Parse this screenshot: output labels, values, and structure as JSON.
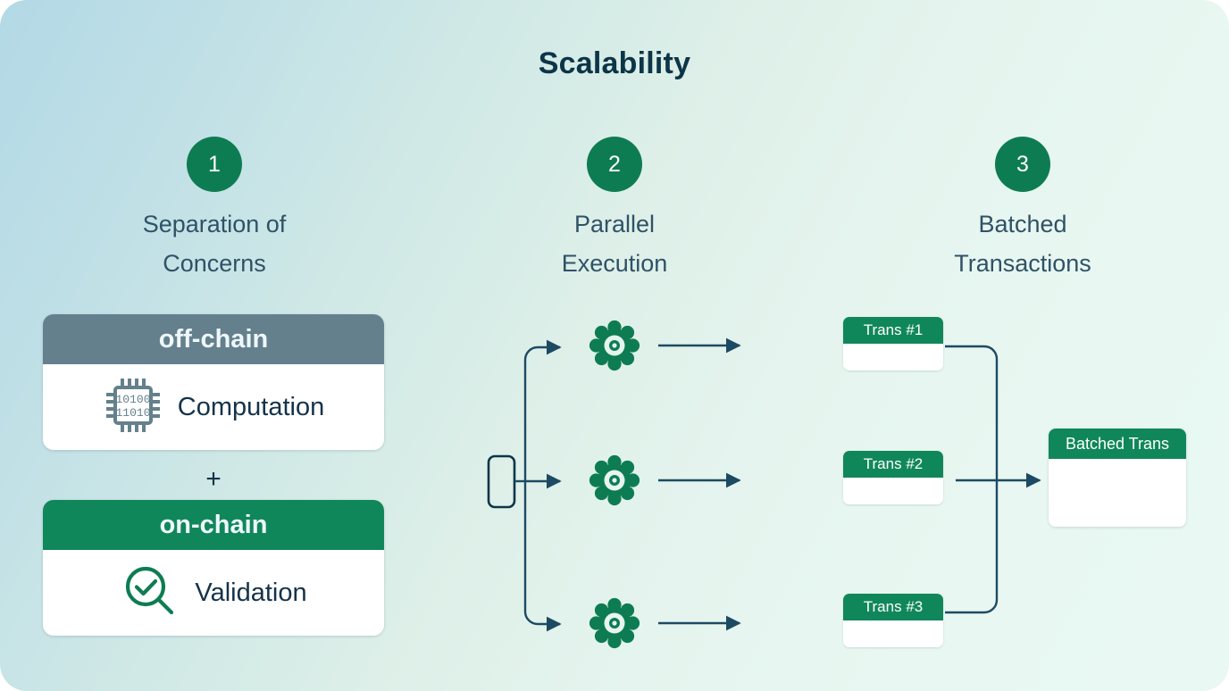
{
  "title": "Scalability",
  "theme": {
    "bg_start": "#b3d9e6",
    "bg_end": "#e8f7f1",
    "green": "#0e7c52",
    "green_header": "#10875a",
    "slate_header": "#65808d",
    "navy_text": "#0d3548",
    "label_text": "#2f5266",
    "line": "#1d4a63"
  },
  "steps": [
    {
      "number": "1",
      "label": "Separation of\nConcerns"
    },
    {
      "number": "2",
      "label": "Parallel\nExecution"
    },
    {
      "number": "3",
      "label": "Batched\nTransactions"
    }
  ],
  "separation": {
    "off_chain": {
      "header": "off-chain",
      "item_label": "Computation",
      "icon": "cpu-chip-icon",
      "chip_bits_top": "10100",
      "chip_bits_bottom": "11010"
    },
    "plus": "+",
    "on_chain": {
      "header": "on-chain",
      "item_label": "Validation",
      "icon": "magnifier-check-icon"
    }
  },
  "parallel": {
    "source_node": "source-node",
    "gears": [
      "gear-icon-1",
      "gear-icon-2",
      "gear-icon-3"
    ],
    "branch_count": 3
  },
  "batched": {
    "transactions": [
      {
        "header": "Trans #1"
      },
      {
        "header": "Trans #2"
      },
      {
        "header": "Trans #3"
      }
    ],
    "result": {
      "header": "Batched Trans"
    }
  }
}
